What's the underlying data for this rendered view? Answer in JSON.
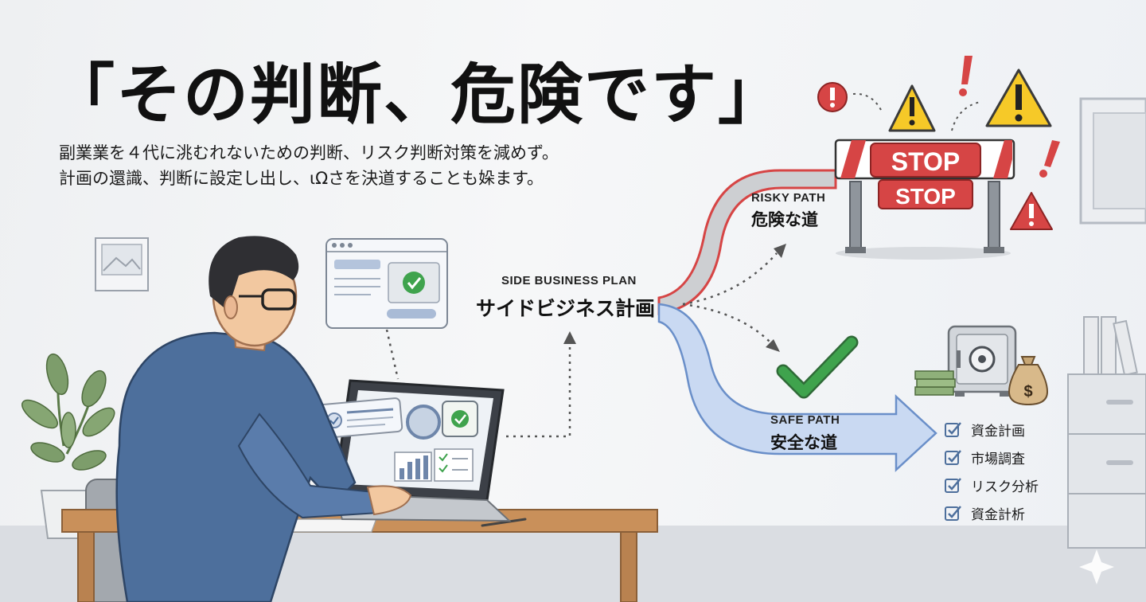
{
  "headline": {
    "title": "「その判断、危険です」",
    "subtitle_line1": "副業業を４代に洮むれないための判断、リスク判断対策を減めず。",
    "subtitle_line2": "計画の還識、判断に設定し出し、ιΩさを決道することも㛊ます。"
  },
  "plan": {
    "label_en": "SIDE BUSINESS PLAN",
    "label_ja": "サイドビジネス計画"
  },
  "risky_path": {
    "label_en": "RISKY PATH",
    "label_ja": "危険な道",
    "sign_top": "STOP",
    "sign_bottom": "STOP",
    "color": "#d64545"
  },
  "safe_path": {
    "label_en": "SAFE PATH",
    "label_ja": "安全な道",
    "color": "#c9d9f2",
    "checklist": [
      "資金計画",
      "市場調査",
      "リスク分析",
      "資金計析"
    ]
  },
  "colors": {
    "check_green": "#3fa34d",
    "warning_yellow": "#f6c928",
    "shirt_blue": "#4d6f9c",
    "desk_wood": "#c9905a"
  }
}
